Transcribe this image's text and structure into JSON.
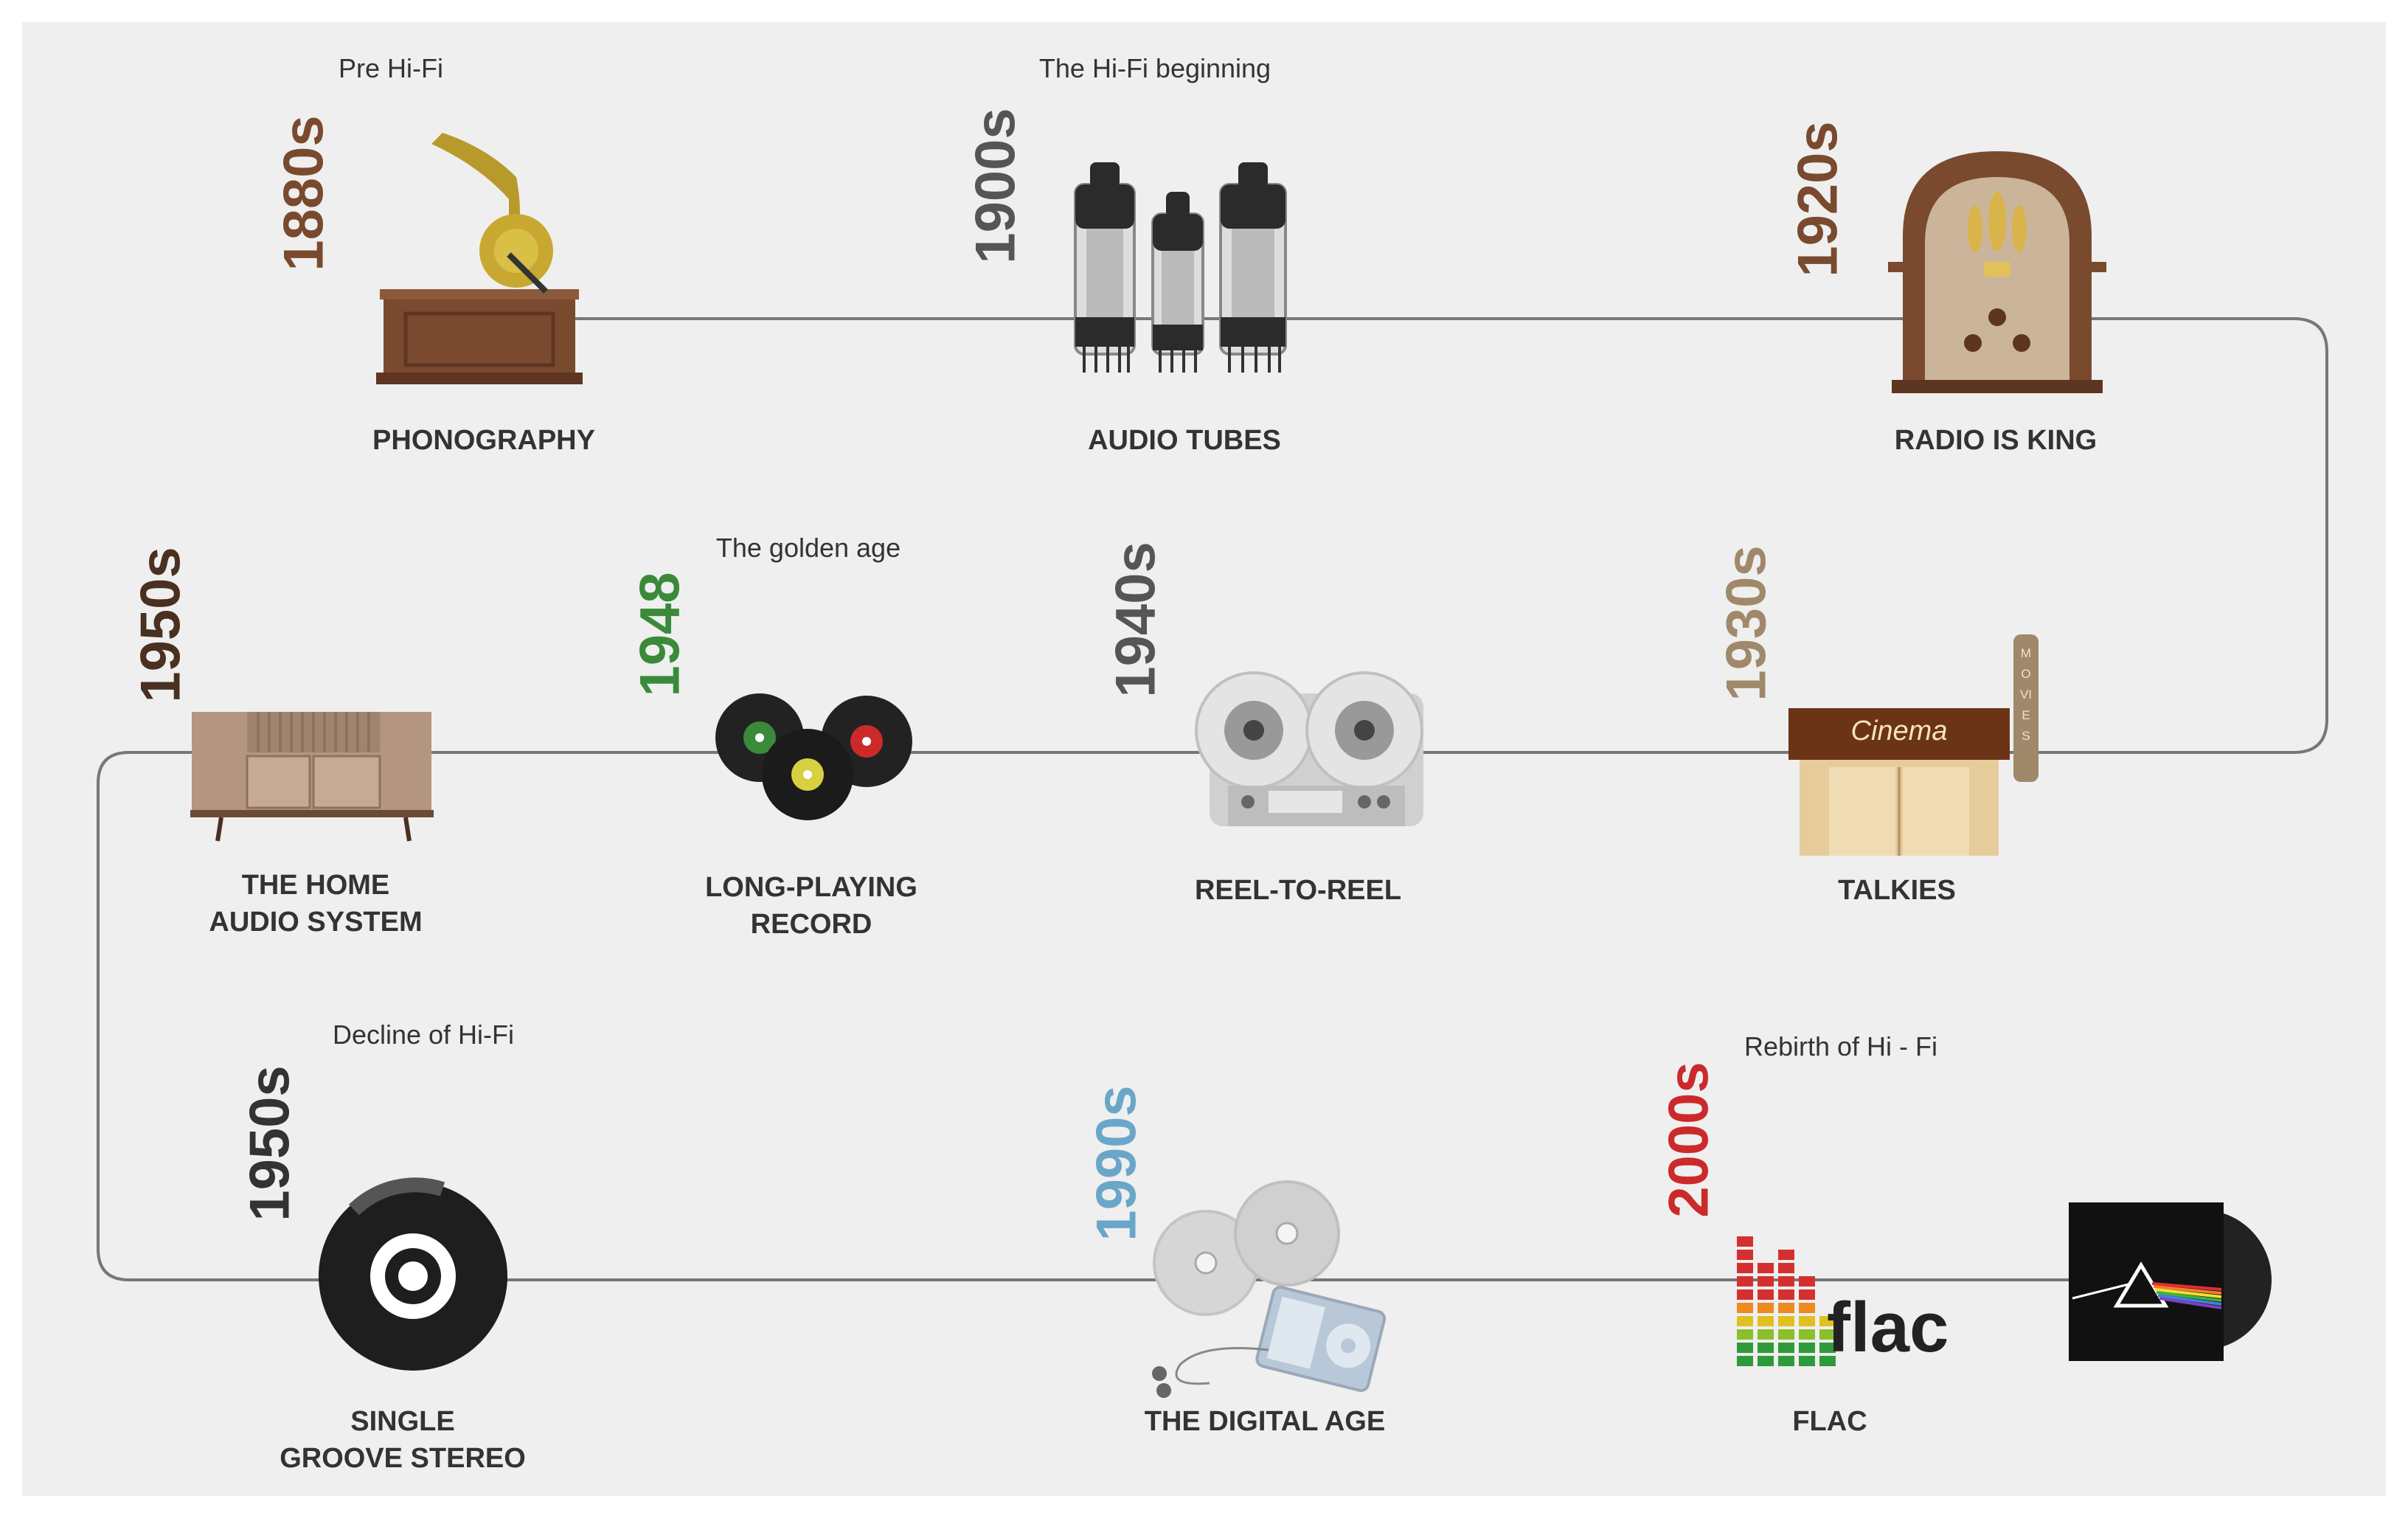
{
  "milestones": [
    {
      "era": "Pre Hi-Fi",
      "year": "1880s",
      "year_color": "#7a4a2e",
      "label": "PHONOGRAPHY",
      "icon": "phonograph-icon"
    },
    {
      "era": "The Hi-Fi beginning",
      "year": "1900s",
      "year_color": "#555555",
      "label": "AUDIO TUBES",
      "icon": "vacuum-tubes-icon"
    },
    {
      "year": "1920s",
      "year_color": "#7a4a2e",
      "label": "RADIO IS KING",
      "icon": "radio-icon"
    },
    {
      "year": "1930s",
      "year_color": "#a0896a",
      "label": "TALKIES",
      "icon": "cinema-icon",
      "sign": "Cinema",
      "vertical_sign": "MOVIES"
    },
    {
      "year": "1940s",
      "year_color": "#555555",
      "label": "REEL-TO-REEL",
      "icon": "reel-to-reel-icon"
    },
    {
      "era": "The golden age",
      "year": "1948",
      "year_color": "#3a8a3a",
      "label": "LONG-PLAYING RECORD",
      "label_lines": [
        "LONG-PLAYING",
        "RECORD"
      ],
      "icon": "vinyl-records-icon"
    },
    {
      "year": "1950s",
      "year_color": "#4a3020",
      "label": "THE HOME AUDIO SYSTEM",
      "label_lines": [
        "THE HOME",
        "AUDIO SYSTEM"
      ],
      "icon": "console-cabinet-icon"
    },
    {
      "era": "Decline of Hi-Fi",
      "year": "1950s",
      "year_color": "#333333",
      "label": "SINGLE GROOVE STEREO",
      "label_lines": [
        "SINGLE",
        "GROOVE STEREO"
      ],
      "icon": "vinyl-disc-icon"
    },
    {
      "year": "1990s",
      "year_color": "#6aa6c8",
      "label": "THE DIGITAL AGE",
      "icon": "cd-ipod-icon"
    },
    {
      "era": "Rebirth of Hi - Fi",
      "year": "2000s",
      "year_color": "#cc2a2a",
      "label": "FLAC",
      "icon": "flac-equalizer-icon",
      "icon_text": "flac"
    },
    {
      "icon": "album-cover-vinyl-icon"
    }
  ],
  "colors": {
    "background": "#efefef",
    "line": "#777777",
    "text": "#333333"
  }
}
